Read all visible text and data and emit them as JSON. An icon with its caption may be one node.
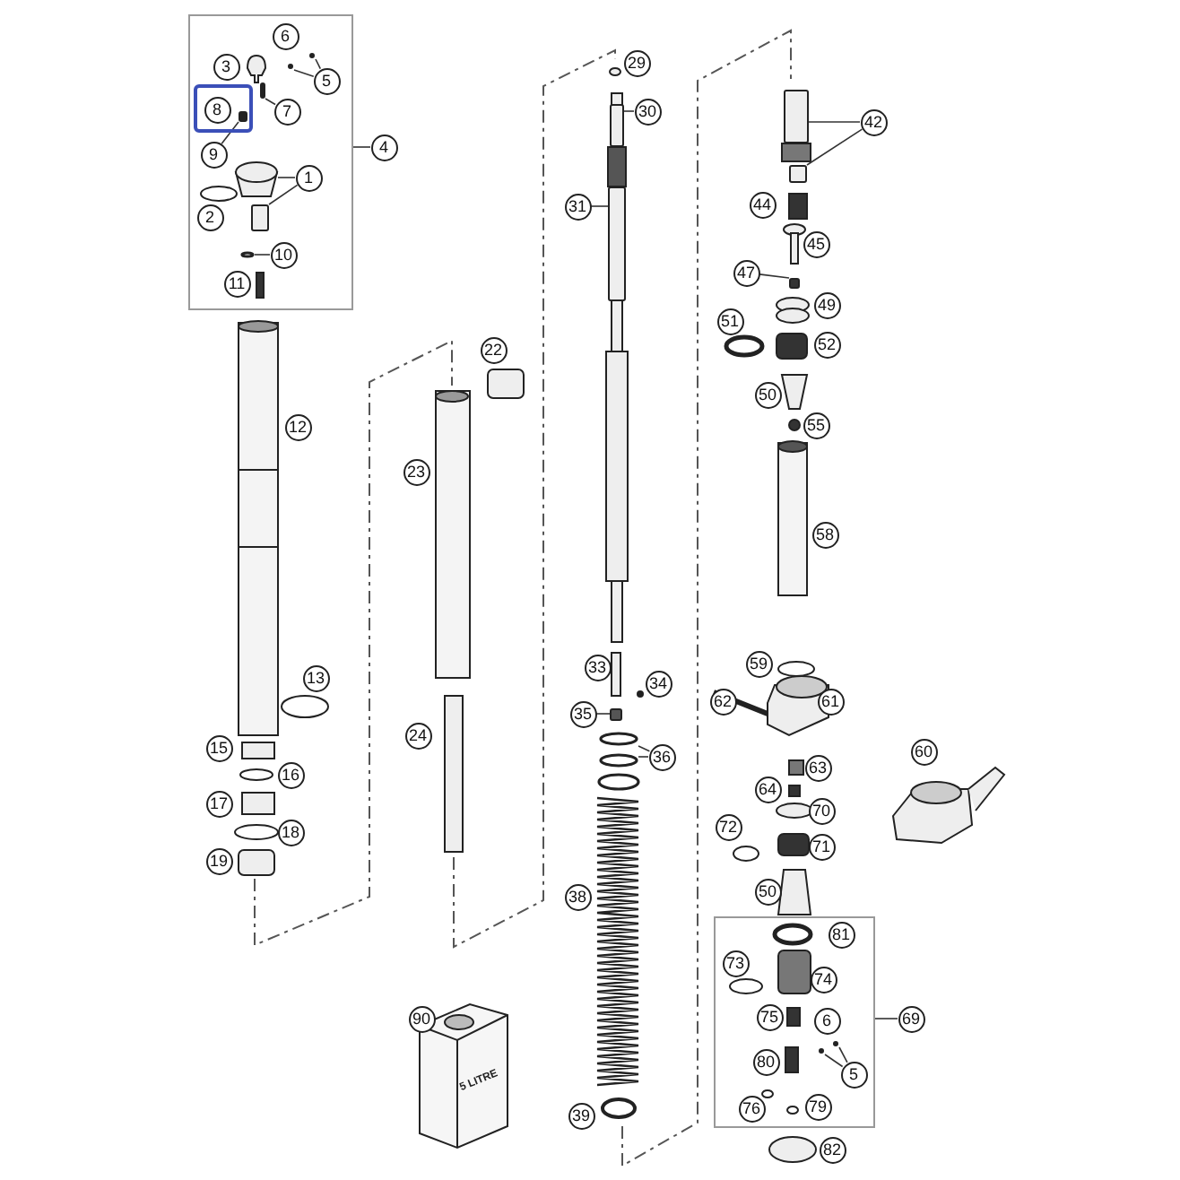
{
  "diagram": {
    "nodes": [
      {
        "text": [],
        "shape": "box"
      },
      {
        "text": [
          "3"
        ],
        "in": 0
      },
      {
        "text": [
          "6"
        ],
        "in": 0
      },
      {
        "text": [
          "5"
        ],
        "in": 0
      },
      {
        "text": [],
        "shape": "box",
        "in": 0
      },
      {
        "text": [
          "8"
        ],
        "in": 4
      },
      {
        "text": [
          "7"
        ],
        "in": 0
      },
      {
        "text": [
          "4"
        ]
      },
      {
        "text": [
          "9"
        ],
        "in": 0
      },
      {
        "text": [
          "1"
        ],
        "in": 0
      },
      {
        "text": [
          "2"
        ],
        "in": 0
      },
      {
        "text": [
          "10"
        ],
        "in": 0
      },
      {
        "text": [
          "11"
        ],
        "in": 0
      },
      {
        "text": [
          "29"
        ]
      },
      {
        "text": [
          "42"
        ]
      },
      {
        "text": [
          "30"
        ]
      },
      {
        "text": [
          "44"
        ]
      },
      {
        "text": [
          "31"
        ]
      },
      {
        "text": [
          "45"
        ]
      },
      {
        "text": [
          "47"
        ]
      },
      {
        "text": [
          "49"
        ]
      },
      {
        "text": [
          "51"
        ]
      },
      {
        "text": [
          "52"
        ]
      },
      {
        "text": [
          "22"
        ]
      },
      {
        "text": [
          "12"
        ]
      },
      {
        "text": [
          "50"
        ]
      },
      {
        "text": [
          "55"
        ]
      },
      {
        "text": [
          "23"
        ]
      },
      {
        "text": [
          "58"
        ]
      },
      {
        "text": [
          "33"
        ]
      },
      {
        "text": [
          "59"
        ]
      },
      {
        "text": [
          "13"
        ]
      },
      {
        "text": [
          "34"
        ]
      },
      {
        "text": [
          "62"
        ]
      },
      {
        "text": [
          "61"
        ]
      },
      {
        "text": [
          "35"
        ]
      },
      {
        "text": [
          "24"
        ]
      },
      {
        "text": [
          "15"
        ]
      },
      {
        "text": [
          "36"
        ]
      },
      {
        "text": [
          "60"
        ]
      },
      {
        "text": [
          "63"
        ]
      },
      {
        "text": [
          "16"
        ]
      },
      {
        "text": [
          "64"
        ]
      },
      {
        "text": [
          "17"
        ]
      },
      {
        "text": [
          "70"
        ]
      },
      {
        "text": [
          "72"
        ]
      },
      {
        "text": [
          "18"
        ]
      },
      {
        "text": [
          "71"
        ]
      },
      {
        "text": [
          "19"
        ]
      },
      {
        "text": [
          "50"
        ]
      },
      {
        "text": [
          "38"
        ]
      },
      {
        "text": [],
        "shape": "box"
      },
      {
        "text": [
          "81"
        ],
        "in": 51
      },
      {
        "text": [
          "73"
        ],
        "in": 51
      },
      {
        "text": [
          "74"
        ],
        "in": 51
      },
      {
        "text": [
          "90"
        ]
      },
      {
        "text": [
          "75"
        ],
        "in": 51
      },
      {
        "text": [
          "69"
        ]
      },
      {
        "text": [
          "6"
        ],
        "in": 51
      },
      {
        "text": [
          "80"
        ],
        "in": 51
      },
      {
        "text": [
          "5"
        ],
        "in": 51
      },
      {
        "text": [
          "76"
        ],
        "in": 51
      },
      {
        "text": [
          "79"
        ],
        "in": 51
      },
      {
        "text": [
          "39"
        ]
      },
      {
        "text": [
          "82"
        ]
      },
      {
        "text": [],
        "shape": "circle",
        "in": 0
      },
      {
        "text": [],
        "shape": "circle",
        "in": 0
      },
      {
        "text": [],
        "shape": "box",
        "in": 0
      },
      {
        "text": [],
        "shape": "box",
        "in": 4
      },
      {
        "text": [],
        "shape": "trapezoid",
        "in": 0
      },
      {
        "text": [],
        "shape": "box",
        "in": 0
      },
      {
        "text": [],
        "shape": "ellipse",
        "in": 0
      },
      {
        "text": [],
        "shape": "box"
      },
      {
        "text": [],
        "shape": "box"
      },
      {
        "text": [],
        "shape": "box"
      },
      {
        "text": [],
        "shape": "ellipse"
      },
      {
        "text": [],
        "shape": "ellipse"
      },
      {
        "text": [],
        "shape": "box"
      },
      {
        "text": [],
        "shape": "box"
      },
      {
        "text": [],
        "shape": "box"
      },
      {
        "text": [],
        "shape": "circle",
        "in": 51
      },
      {
        "text": [],
        "shape": "circle",
        "in": 51
      }
    ],
    "edges": [
      {
        "from": 7,
        "to": 0,
        "arrow": "none"
      },
      {
        "from": 3,
        "to": 65,
        "arrow": "none"
      },
      {
        "from": 3,
        "to": 66,
        "arrow": "none"
      },
      {
        "from": 6,
        "to": 67,
        "arrow": "none"
      },
      {
        "from": 8,
        "to": 68,
        "arrow": "none"
      },
      {
        "from": 9,
        "to": 69,
        "arrow": "none"
      },
      {
        "from": 9,
        "to": 70,
        "arrow": "none"
      },
      {
        "from": 11,
        "to": 71,
        "arrow": "none"
      },
      {
        "from": 15,
        "to": 72,
        "arrow": "none"
      },
      {
        "from": 17,
        "to": 73,
        "arrow": "none"
      },
      {
        "from": 35,
        "to": 74,
        "arrow": "none"
      },
      {
        "from": 38,
        "to": 75,
        "arrow": "none"
      },
      {
        "from": 38,
        "to": 76,
        "arrow": "none"
      },
      {
        "from": 14,
        "to": 77,
        "arrow": "none"
      },
      {
        "from": 14,
        "to": 78,
        "arrow": "none"
      },
      {
        "from": 19,
        "to": 79,
        "arrow": "none"
      },
      {
        "from": 57,
        "to": 51,
        "arrow": "none"
      },
      {
        "from": 60,
        "to": 80,
        "arrow": "none"
      },
      {
        "from": 60,
        "to": 81,
        "arrow": "none"
      }
    ],
    "labels": [
      "5 LITRE"
    ]
  }
}
